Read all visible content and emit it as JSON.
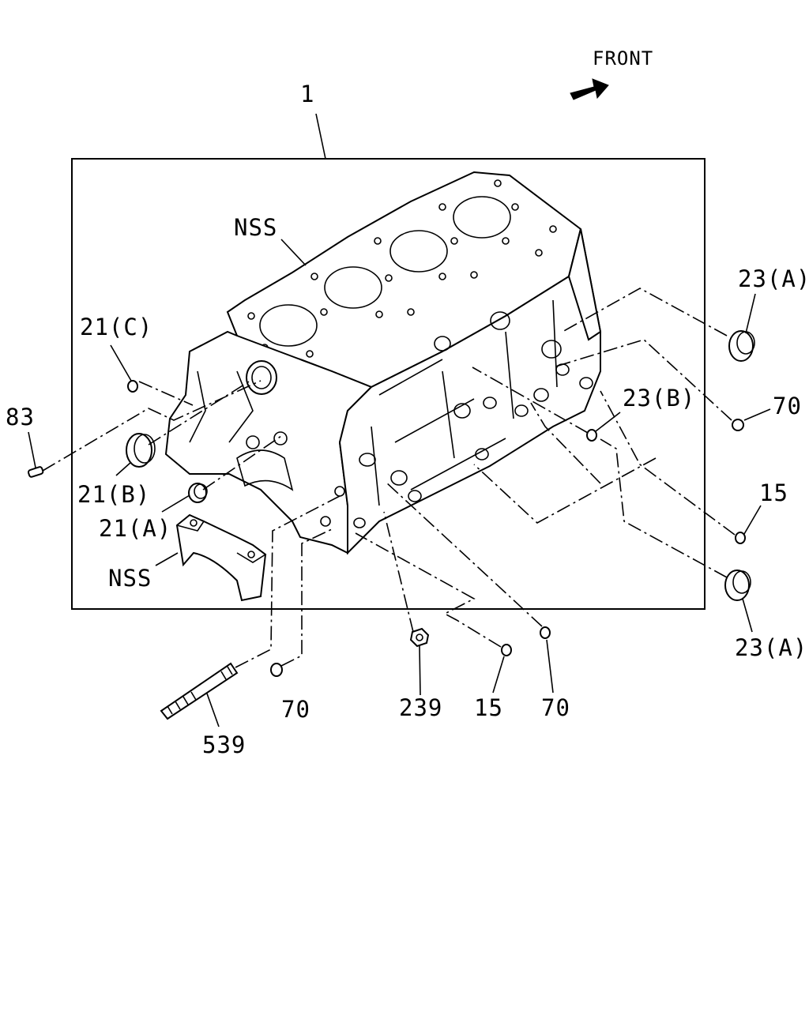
{
  "direction_label": "FRONT",
  "assembly_ref": "1",
  "labels": {
    "nss_gasket": "NSS",
    "nss_cap": "NSS",
    "p21c": "21(C)",
    "p83": "83",
    "p21b": "21(B)",
    "p21a": "21(A)",
    "p23a_top": "23(A)",
    "p70_right": "70",
    "p23b": "23(B)",
    "p15_right": "15",
    "p23a_bottom": "23(A)",
    "p539": "539",
    "p70_bottom_left": "70",
    "p239": "239",
    "p15_bottom": "15",
    "p70_bottom_right": "70"
  }
}
